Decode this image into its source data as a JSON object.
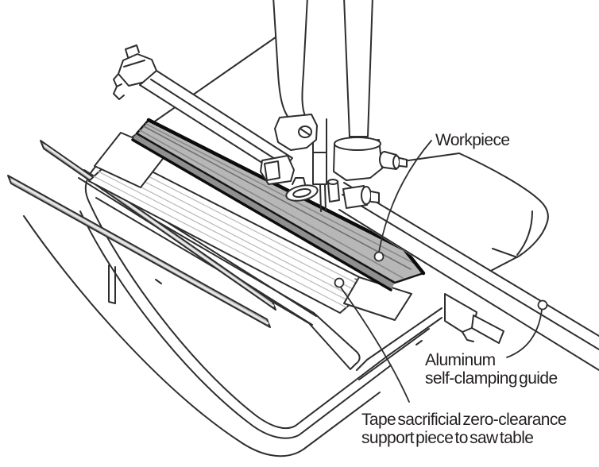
{
  "figure": {
    "type": "woodworking-technique-illustration",
    "background_color": "#ffffff",
    "line_color": "#2e2e2e",
    "text_color": "#231f20",
    "workpiece_fill": "#b7b7b7",
    "rail_fill": "#b3b3b3"
  },
  "labels": {
    "workpiece": {
      "text": "Workpiece"
    },
    "aluminum_guide": {
      "line1": "Aluminum",
      "line2": "self-clamping guide"
    },
    "tape_support": {
      "line1": "Tape sacrificial zero-clearance",
      "line2": "support piece to saw table"
    }
  }
}
